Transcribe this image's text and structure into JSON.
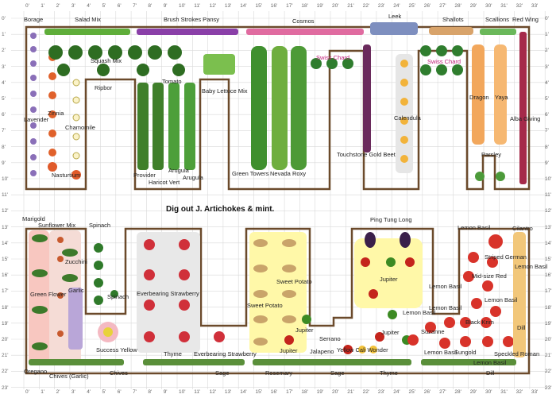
{
  "colors": {
    "grid": "#d9d9d9",
    "bed_border": "#6b4a2b",
    "lettuce_green": "#3f8f2e",
    "cabbage_green": "#6fae3f",
    "tomato_red": "#d8332a",
    "pepper_red": "#c4241c",
    "pepper_green": "#3c8a23",
    "potato_tan": "#c9a46a",
    "highlight_yellow": "#fff8a8",
    "carrot_orange": "#f2a75c",
    "beet_purple": "#6a2a5c",
    "strawberry_red": "#d0303a",
    "pink_label": "#c0207a"
  },
  "rulers": {
    "x": [
      "0'",
      "1'",
      "2'",
      "3'",
      "4'",
      "5'",
      "6'",
      "7'",
      "8'",
      "9'",
      "10'",
      "11'",
      "12'",
      "13'",
      "14'",
      "15'",
      "16'",
      "17'",
      "18'",
      "19'",
      "20'",
      "21'",
      "22'",
      "23'",
      "24'",
      "25'",
      "26'",
      "27'",
      "28'",
      "29'",
      "30'",
      "31'",
      "32'",
      "33'"
    ],
    "y": [
      "0'",
      "1'",
      "2'",
      "3'",
      "4'",
      "5'",
      "6'",
      "7'",
      "8'",
      "9'",
      "10'",
      "11'",
      "12'",
      "13'",
      "14'",
      "15'",
      "16'",
      "17'",
      "18'",
      "19'",
      "20'",
      "21'",
      "22'",
      "23'"
    ]
  },
  "top_labels": {
    "borage": "Borage",
    "salad_mix": "Salad Mix",
    "pansy": "Brush Strokes Pansy",
    "cosmos": "Cosmos",
    "leek": "Leek",
    "shallots": "Shallots",
    "scallions": "Scallions",
    "red_wing": "Red Wing",
    "lavender": "Lavender",
    "zinnia": "Zinnia",
    "chamomile": "Chamomile",
    "nasturtium": "Nasturtium",
    "ripbor": "Ripbor",
    "squash_mix": "Squash Mix",
    "tomato": "Tomato",
    "baby_lettuce": "Baby Lettuce Mix",
    "provider": "Provider",
    "haricot": "Haricot Vert",
    "arugula_1": "Arugula",
    "arugula_2": "Arugula",
    "green_towers": "Green Towers",
    "nevada": "Nevada",
    "roxy": "Roxy",
    "swiss_chard_1": "Swiss Chard",
    "swiss_chard_2": "Swiss Chard",
    "touchstone": "Touchstone Gold Beet",
    "calendula": "Calendula",
    "dragon": "Dragon",
    "yaya": "Yaya",
    "parsley": "Parsley",
    "rhubarb": "Alba Giving"
  },
  "note": "Dig out J. Artichokes & mint.",
  "bottom_labels": {
    "marigold": "Marigold",
    "sunflower": "Sunflower Mix",
    "spinach_1": "Spinach",
    "spinach_2": "Spinach",
    "zucchini": "Zucchini",
    "green_flower": "Green Flower",
    "garlic": "Garlic",
    "success_yellow": "Success Yellow",
    "oregano": "Oregano",
    "chives_garlic": "Chives (Garlic)",
    "chives": "Chives",
    "everbearing_1": "Everbearing Strawberry",
    "everbearing_2": "Everbearing Strawberry",
    "thyme_1": "Thyme",
    "sage_1": "Sage",
    "sweet_potato_1": "Sweet Potato",
    "sweet_potato_2": "Sweet Potato",
    "rosemary": "Rosemary",
    "jupiter_1": "Jupiter",
    "jupiter_2": "Jupiter",
    "jupiter_3": "Jupiter",
    "jupiter_4": "Jupiter",
    "serrano": "Serrano",
    "jalapeno": "Jalapeno",
    "yellow_cali": "Yellow Cali Wonder",
    "sage_2": "Sage",
    "thyme_2": "Thyme",
    "ping_tung": "Ping Tung Long",
    "lemon_basil_1": "Lemon Basil",
    "lemon_basil_2": "Lemon Basil",
    "lemon_basil_3": "Lemon Basil",
    "lemon_basil_4": "Lemon Basil",
    "lemon_basil_5": "Lemon Basil",
    "lemon_basil_6": "Lemon Basil",
    "lemon_basil_7": "Lemon Basil",
    "cilantro": "Cilantro",
    "striped_german": "Striped German",
    "midsize_red": "Mid-size Red",
    "black_krim": "Black Krim",
    "suzanne": "Suzanne",
    "sungold": "Sungold",
    "speckled_roman": "Speckled Roman",
    "dill_1": "Dill",
    "dill_2": "Dill",
    "lemon_basil_side": "Lemon Basil"
  }
}
